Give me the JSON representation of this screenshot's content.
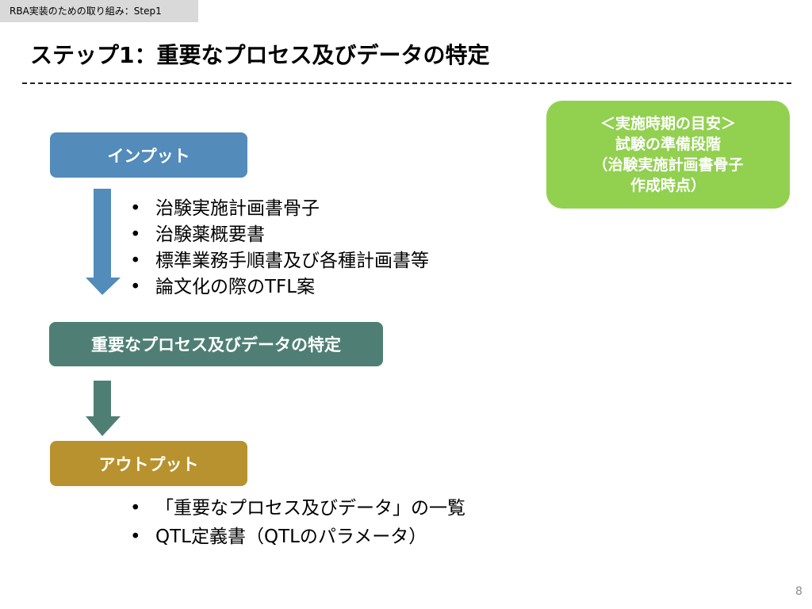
{
  "header_tag": "RBA実装のための取り組み：Step1",
  "title": "ステップ1：重要なプロセス及びデータの特定",
  "flow": {
    "input_label": "インプット",
    "process_label": "重要なプロセス及びデータの特定",
    "output_label": "アウトプット",
    "input_items": [
      "治験実施計画書骨子",
      "治験薬概要書",
      "標準業務手順書及び各種計画書等",
      "論文化の際のTFL案"
    ],
    "output_items": [
      "「重要なプロセス及びデータ」の一覧",
      "QTL定義書（QTLのパラメータ）"
    ]
  },
  "timing": {
    "lines": [
      "＜実施時期の目安＞",
      "試験の準備段階",
      "（治験実施計画書骨子",
      "作成時点）"
    ]
  },
  "colors": {
    "input": "#538bba",
    "process": "#4f7f74",
    "output": "#b8922f",
    "timing": "#92d050"
  },
  "page_number": "8"
}
